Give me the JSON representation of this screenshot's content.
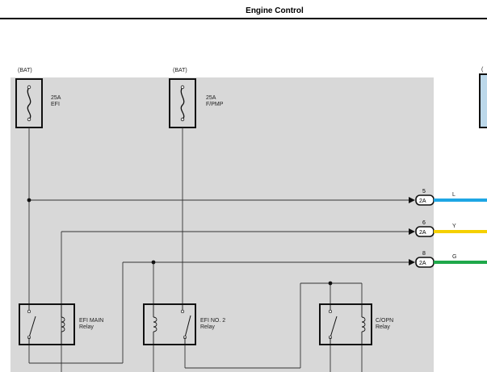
{
  "header": {
    "title": "Engine Control"
  },
  "fuses": [
    {
      "source": "(BAT)",
      "rating": "25A",
      "name": "EFI"
    },
    {
      "source": "(BAT)",
      "rating": "25A",
      "name": "F/PMP"
    }
  ],
  "connectors": [
    {
      "pin": "5",
      "code": "2A",
      "wire": "L",
      "color": "#1ea6e4"
    },
    {
      "pin": "6",
      "code": "2A",
      "wire": "Y",
      "color": "#f5d000"
    },
    {
      "pin": "8",
      "code": "2A",
      "wire": "G",
      "color": "#1fa84a"
    }
  ],
  "relays": [
    {
      "name": "EFI MAIN",
      "type": "Relay"
    },
    {
      "name": "EFI NO. 2",
      "type": "Relay"
    },
    {
      "name": "C/OPN",
      "type": "Relay"
    }
  ],
  "colors": {
    "panel": "#d8d8d8",
    "line": "#333333"
  }
}
